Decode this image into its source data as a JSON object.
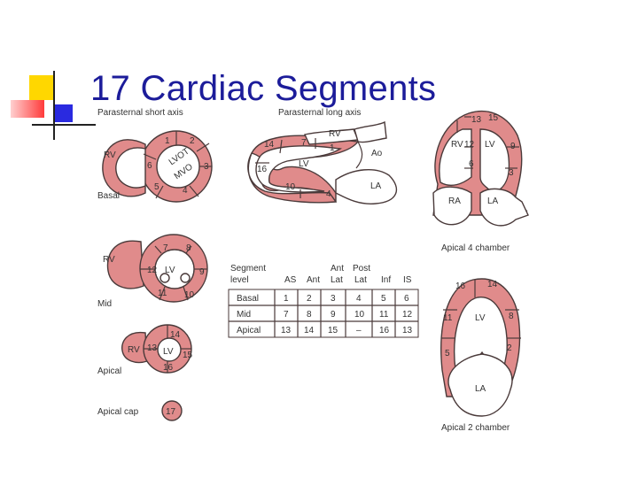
{
  "slide": {
    "title": "17 Cardiac Segments"
  },
  "views": {
    "psax": "Parasternal short axis",
    "plax": "Parasternal long axis",
    "a4c": "Apical 4 chamber",
    "a2c": "Apical 2 chamber"
  },
  "levels": {
    "basal": "Basal",
    "mid": "Mid",
    "apical": "Apical",
    "apical_cap": "Apical cap"
  },
  "chambers": {
    "rv": "RV",
    "lv": "LV",
    "la": "LA",
    "ra": "RA",
    "ao": "Ao",
    "lvot": "LVOT",
    "mvo": "MVO"
  },
  "segments": {
    "basal": [
      "1",
      "2",
      "3",
      "4",
      "5",
      "6"
    ],
    "mid": [
      "7",
      "8",
      "9",
      "10",
      "11",
      "12"
    ],
    "apical": [
      "13",
      "14",
      "15",
      "16"
    ],
    "cap": "17",
    "plax": [
      "14",
      "7",
      "1",
      "16",
      "10",
      "4"
    ],
    "a4c": [
      "13",
      "15",
      "12",
      "9",
      "6",
      "3"
    ],
    "a2c": [
      "16",
      "14",
      "11",
      "8",
      "5",
      "2"
    ]
  },
  "table": {
    "header_row1": [
      "Segment",
      "",
      "",
      "Ant",
      "Post",
      "",
      ""
    ],
    "header_row2": [
      "level",
      "AS",
      "Ant",
      "Lat",
      "Lat",
      "Inf",
      "IS"
    ],
    "rows": [
      [
        "Basal",
        "1",
        "2",
        "3",
        "4",
        "5",
        "6"
      ],
      [
        "Mid",
        "7",
        "8",
        "9",
        "10",
        "11",
        "12"
      ],
      [
        "Apical",
        "13",
        "14",
        "15",
        "–",
        "16",
        "13"
      ]
    ]
  },
  "colors": {
    "title": "#1c1c9a",
    "myocardium": "#e08b8b",
    "outline": "#4a3a3a",
    "deco_yellow": "#ffd700",
    "deco_red": "#ff3b3b",
    "deco_blue": "#2a2ae0"
  }
}
